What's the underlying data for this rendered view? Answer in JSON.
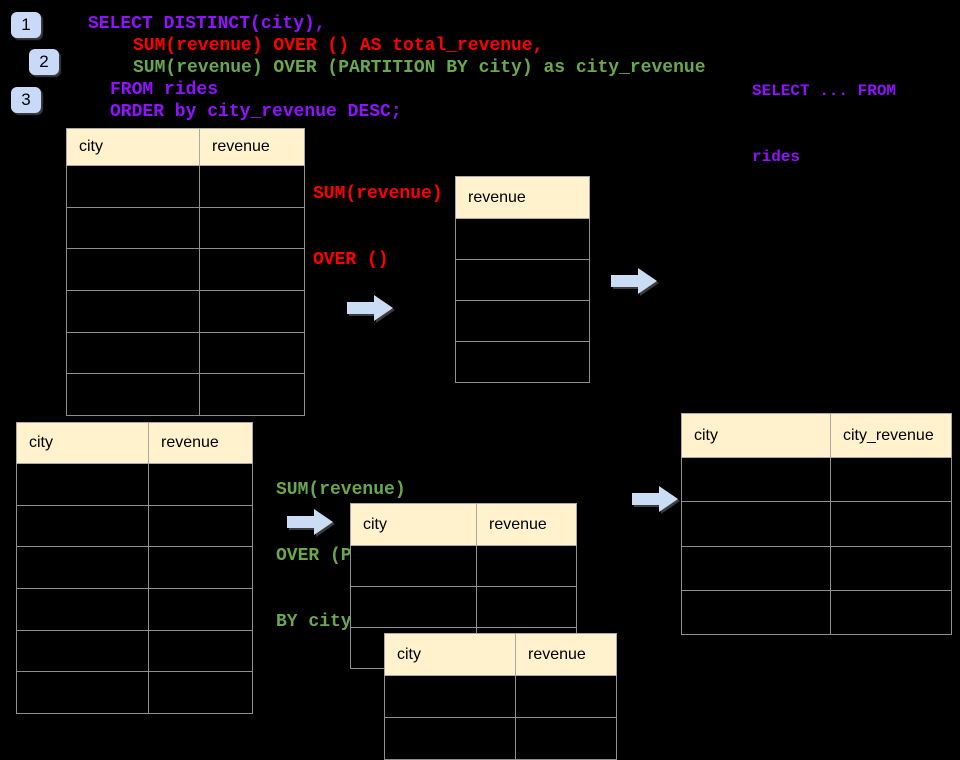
{
  "badges": [
    "1",
    "2",
    "3"
  ],
  "code": {
    "lines": [
      {
        "text": "SELECT DISTINCT(city),",
        "color": "purple"
      },
      {
        "text": "SUM(revenue) OVER () AS total_revenue,",
        "color": "red"
      },
      {
        "text": "SUM(revenue) OVER (PARTITION BY city) as city_revenue",
        "color": "green"
      },
      {
        "text": "FROM rides",
        "color": "purple"
      },
      {
        "text": "ORDER by city_revenue DESC;",
        "color": "purple"
      }
    ]
  },
  "side_note": [
    "SELECT ... FROM",
    "rides"
  ],
  "annotations": {
    "total": [
      "SUM(revenue)",
      "OVER ()"
    ],
    "partition": [
      "SUM(revenue)",
      "OVER (PARTITION",
      "BY city)"
    ]
  },
  "tables": {
    "source_top": {
      "headers": [
        "city",
        "revenue"
      ],
      "row_count": 6
    },
    "total_revenue": {
      "headers": [
        "revenue"
      ],
      "row_count": 4
    },
    "source_bottom": {
      "headers": [
        "city",
        "revenue"
      ],
      "row_count": 6
    },
    "partition_mid": {
      "headers": [
        "city",
        "revenue"
      ],
      "row_count": 3
    },
    "partition_front": {
      "headers": [
        "city",
        "revenue"
      ],
      "row_count": 2
    },
    "city_revenue_result": {
      "headers": [
        "city",
        "city_revenue"
      ],
      "row_count": 4
    }
  },
  "colors": {
    "purple": "#9013FE",
    "red": "#FF0000",
    "green": "#6AA84F",
    "arrow_blue": "#CBDDF5",
    "badge_blue": "#C9DAF8",
    "header_cream": "#FFF2CC",
    "background": "#000000"
  }
}
